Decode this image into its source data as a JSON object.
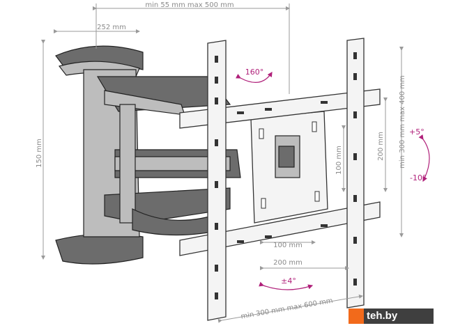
{
  "dimensions": {
    "depth": "min 55 mm max 500 mm",
    "arm_width": "252 mm",
    "height": "150 mm",
    "vesa_inner_vertical": "100 mm",
    "vesa_outer_vertical": "200 mm",
    "rail_vertical": "min 300 mm max 400 mm",
    "vesa_inner_horizontal": "100 mm",
    "vesa_outer_horizontal": "200 mm",
    "rail_horizontal": "min 300 mm max 600 mm"
  },
  "angles": {
    "swivel": "160°",
    "tilt_up": "+5°",
    "tilt_down": "-10°",
    "rotation": "±4°"
  },
  "watermark": {
    "text": "teh.by",
    "accent": "#f26a1b"
  }
}
